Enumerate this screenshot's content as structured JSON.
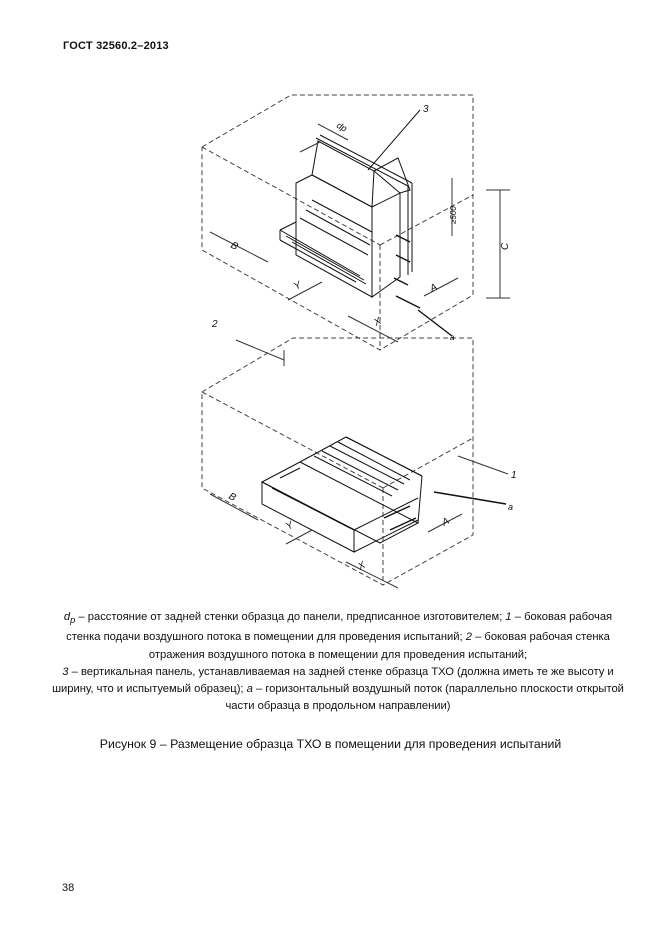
{
  "header": {
    "doc_code": "ГОСТ  32560.2–2013"
  },
  "figure": {
    "labels": {
      "top_callout_3": "3",
      "top_dp": "dp",
      "top_500": "≥500",
      "top_c": "C",
      "top_b": "B",
      "top_y": "Y",
      "top_a": "A",
      "top_x": "X",
      "top_arrow_a": "a",
      "bottom_callout_2": "2",
      "bottom_callout_1": "1",
      "bottom_arrow_a": "a",
      "bottom_b": "B",
      "bottom_y": "Y",
      "bottom_a": "A",
      "bottom_x": "X"
    }
  },
  "caption": {
    "dp_symbol": "d",
    "dp_sub": "p",
    "line1_text": " – расстояние от задней стенки образца до панели, предписанное изготовителем; ",
    "item1_num": "1",
    "item1_text": " – боковая рабочая стенка подачи воздушного потока в помещении для проведения испытаний; ",
    "item2_num": "2",
    "item2_text": " – боковая рабочая стенка отражения воздушного потока в помещении для проведения испытаний;",
    "item3_num": "3",
    "item3_text": " – вертикальная панель, устанавливаемая на задней стенке образца ТХО (должна иметь те же высоту и ширину, что и испытуемый образец); ",
    "item_a_letter": "a",
    "item_a_text": " – горизонтальный воздушный поток (параллельно плоскости открытой части образца в продольном направлении)"
  },
  "figure_title": "Рисунок 9 – Размещение образца ТХО в помещении для проведения испытаний",
  "page_number": "38"
}
